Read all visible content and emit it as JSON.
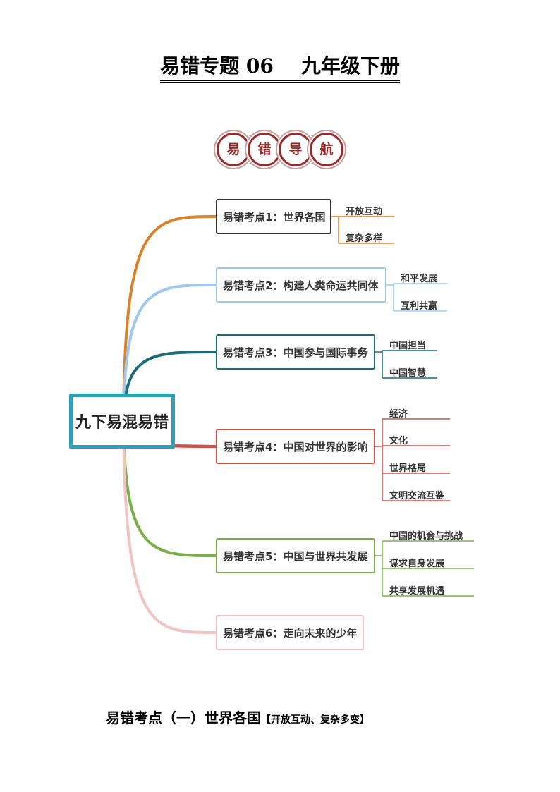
{
  "title": "易错专题 06    九年级下册",
  "badges": [
    "易",
    "错",
    "导",
    "航"
  ],
  "colors": {
    "root": "#2e9fb8",
    "b1": "#d9822b",
    "b2": "#9fc8ee",
    "b3": "#1c6b7a",
    "b4": "#c8534a",
    "b5": "#7ab04a",
    "b6": "#f1c3c3",
    "badge": "#9b2b2b"
  },
  "mindmap": {
    "root": "九下易混易错",
    "branches": [
      {
        "label": "易错考点1：世界各国",
        "children": [
          "开放互动",
          "复杂多样"
        ]
      },
      {
        "label": "易错考点2：构建人类命运共同体",
        "children": [
          "和平发展",
          "互利共赢"
        ]
      },
      {
        "label": "易错考点3：中国参与国际事务",
        "children": [
          "中国担当",
          "中国智慧"
        ]
      },
      {
        "label": "易错考点4：中国对世界的影响",
        "children": [
          "经济",
          "文化",
          "世界格局",
          "文明交流互鉴"
        ]
      },
      {
        "label": "易错考点5：中国与世界共发展",
        "children": [
          "中国的机会与挑战",
          "谋求自身发展",
          "共享发展机遇"
        ]
      },
      {
        "label": "易错考点6：走向未来的少年",
        "children": []
      }
    ]
  },
  "section": {
    "heading": "易错考点（一）世界各国",
    "note": "【开放互动、复杂多变】"
  }
}
